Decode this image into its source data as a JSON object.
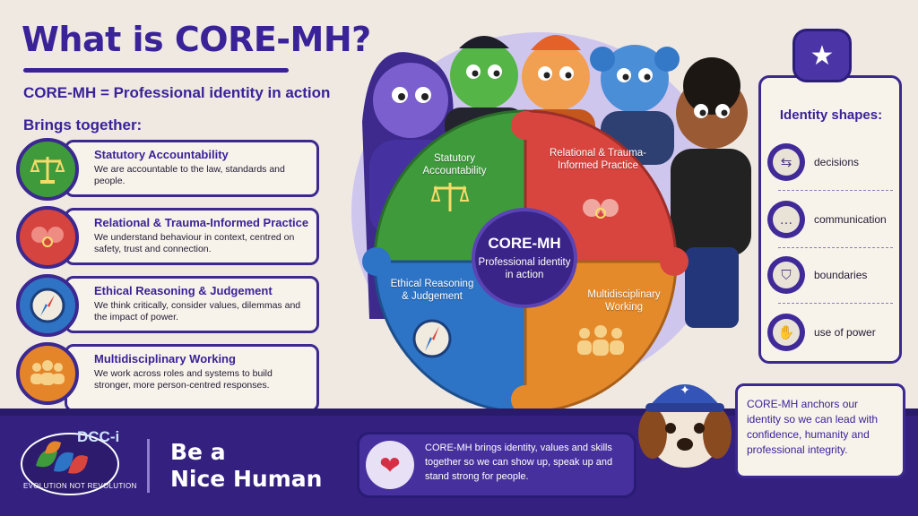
{
  "title": "What is CORE-MH?",
  "subtitle": "CORE-MH = Professional identity in action",
  "brings_label": "Brings together:",
  "pillars": [
    {
      "title": "Statutory Accountability",
      "desc": "We are accountable to the law, standards and people.",
      "icon": "scales-icon",
      "color": "#3e9a3a"
    },
    {
      "title": "Relational & Trauma-Informed Practice",
      "desc": "We understand behaviour in context, centred on safety, trust and connection.",
      "icon": "hands-heart-icon",
      "color": "#d5443e"
    },
    {
      "title": "Ethical Reasoning & Judgement",
      "desc": "We think critically, consider values, dilemmas and the impact of power.",
      "icon": "compass-icon",
      "color": "#2f73c4"
    },
    {
      "title": "Multidisciplinary Working",
      "desc": "We work across roles and systems to build stronger, more person-centred responses.",
      "icon": "team-icon",
      "color": "#e4852a"
    }
  ],
  "puzzle": {
    "pieces": [
      {
        "label": "Statutory Accountability",
        "color": "#3f9a3c"
      },
      {
        "label": "Relational & Trauma-Informed Practice",
        "color": "#d8453f"
      },
      {
        "label": "Ethical Reasoning & Judgement",
        "color": "#2d74c6"
      },
      {
        "label": "Multidisciplinary Working",
        "color": "#e48a2b"
      }
    ],
    "center_title": "CORE-MH",
    "center_sub": "Professional identity in action"
  },
  "identity": {
    "title": "Identity shapes:",
    "items": [
      {
        "label": "decisions",
        "icon": "signpost-icon"
      },
      {
        "label": "communication",
        "icon": "speech-bubble-icon"
      },
      {
        "label": "boundaries",
        "icon": "shield-icon"
      },
      {
        "label": "use of power",
        "icon": "hand-icon"
      }
    ]
  },
  "anchor_text": "CORE-MH anchors our identity so we can lead with confidence, humanity and professional integrity.",
  "footer": {
    "logo_name": "DCC-i",
    "logo_tagline": "EVOLUTION NOT REVOLUTION",
    "slogan_line1": "Be a",
    "slogan_line2": "Nice Human",
    "message": "CORE-MH brings identity, values and skills together so we can show up, speak up and stand strong for people."
  },
  "colors": {
    "brand_purple": "#3a2299",
    "band": "#34217f"
  }
}
